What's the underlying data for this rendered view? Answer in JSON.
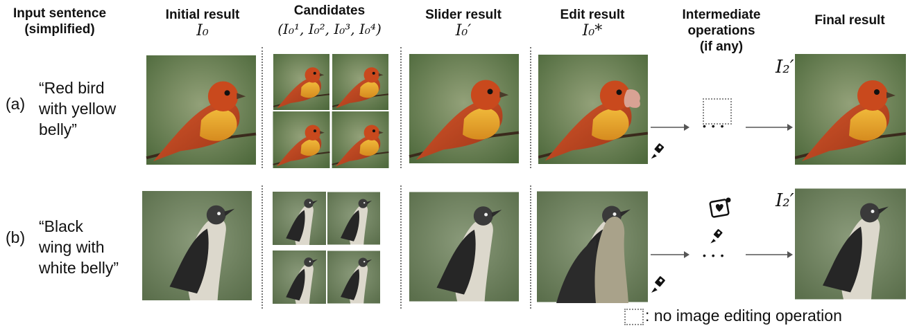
{
  "headers": {
    "input": "Input sentence\n(simplified)",
    "initial_title": "Initial result",
    "initial_symbol": "I₀",
    "candidates_title": "Candidates",
    "candidates_symbol": "(I₀¹, I₀², I₀³, I₀⁴)",
    "slider_title": "Slider result",
    "slider_symbol": "I₀′",
    "edit_title": "Edit result",
    "edit_symbol": "I₀*",
    "intermediate": "Intermediate\noperations\n(if any)",
    "final": "Final result"
  },
  "rows": [
    {
      "tag": "(a)",
      "sentence": "“Red bird\nwith yellow\nbelly”",
      "final_symbol": "I₂′",
      "intermediate_dots": "• • •"
    },
    {
      "tag": "(b)",
      "sentence": "“Black\nwing with\nwhite belly”",
      "final_symbol": "I₂′",
      "intermediate_dots": "• • •"
    }
  ],
  "legend": {
    "text": ": no image editing operation"
  },
  "icons": [
    "paintbrush-icon",
    "sticker-icon",
    "no-op-box-icon"
  ],
  "colors": {
    "red_bird": "#c2451e",
    "yellow_belly": "#e0a321",
    "bg_green": "#6d8456",
    "black_wing": "#2b2b2b",
    "white_belly": "#d9d6cb",
    "edit_pink": "#d9a294",
    "edit_beige": "#a9a28a"
  }
}
